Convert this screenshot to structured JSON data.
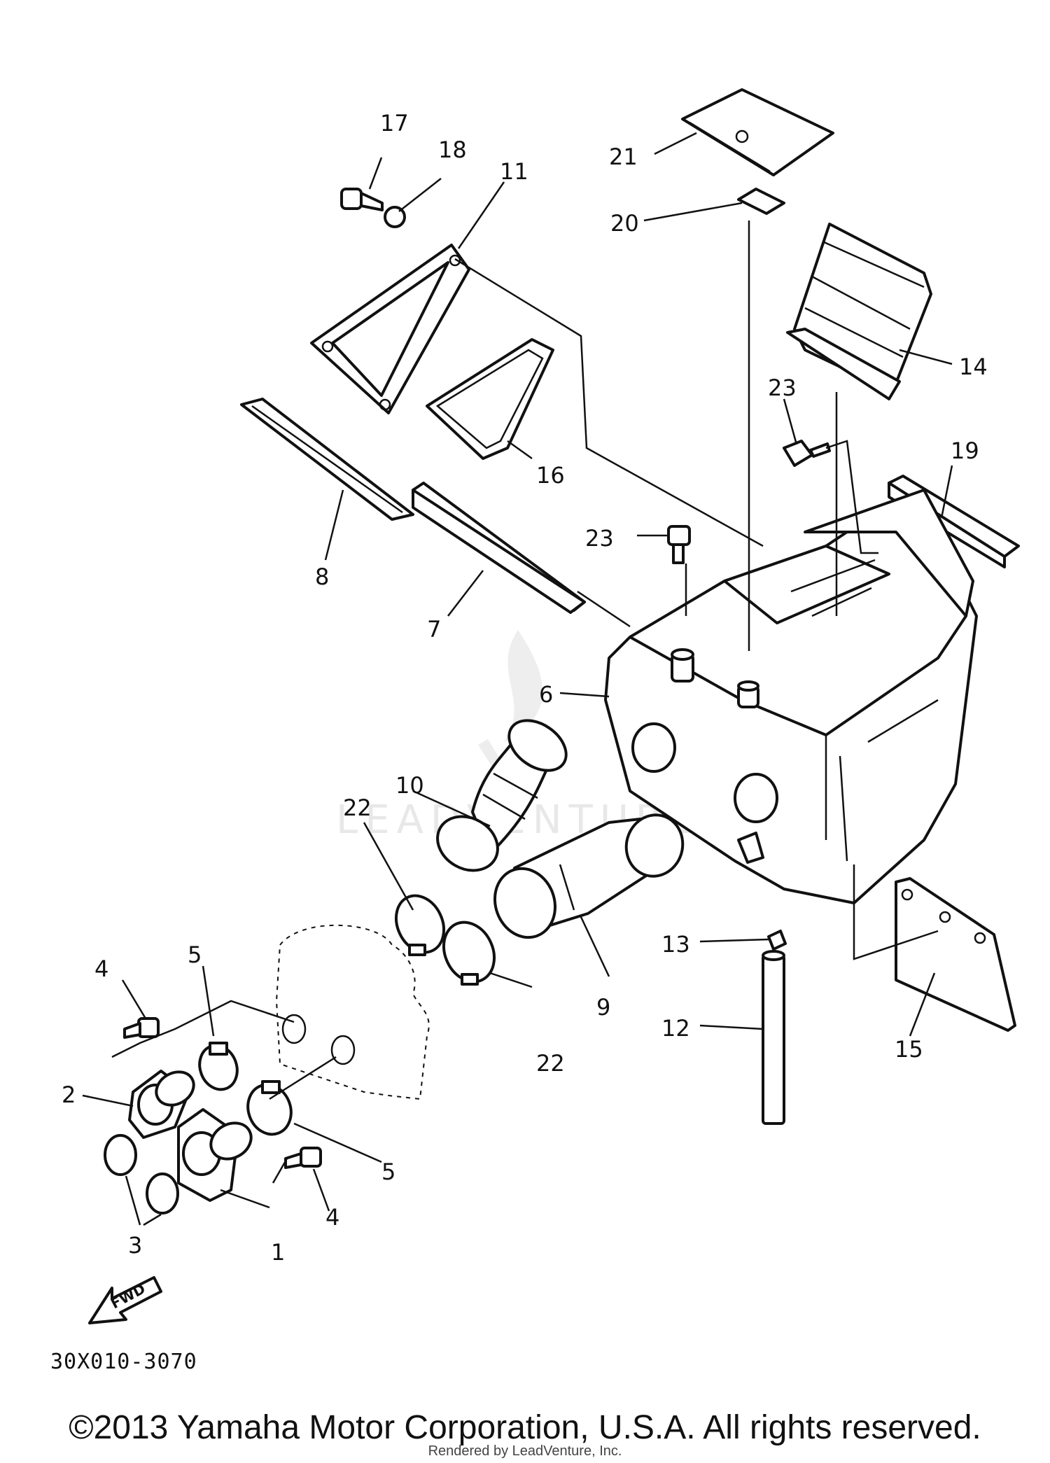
{
  "diagram": {
    "part_code": "30X010-3070",
    "fwd_label": "FWD",
    "watermark": "LEADVENTURE",
    "callouts": {
      "p1": "1",
      "p2": "2",
      "p3": "3",
      "p4a": "4",
      "p4b": "4",
      "p5a": "5",
      "p5b": "5",
      "p6": "6",
      "p7": "7",
      "p8": "8",
      "p9": "9",
      "p10": "10",
      "p11": "11",
      "p12": "12",
      "p13": "13",
      "p14": "14",
      "p15": "15",
      "p16": "16",
      "p17": "17",
      "p18": "18",
      "p19": "19",
      "p20": "20",
      "p21": "21",
      "p22a": "22",
      "p22b": "22",
      "p23a": "23",
      "p23b": "23"
    }
  },
  "footer": {
    "copyright": "©2013 Yamaha Motor Corporation, U.S.A. All rights reserved.",
    "render_credit": "Rendered by LeadVenture, Inc."
  }
}
